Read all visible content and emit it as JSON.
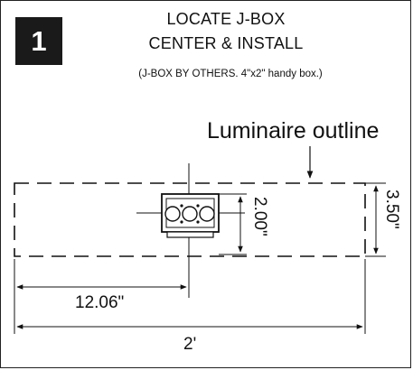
{
  "step": {
    "number": "1"
  },
  "title": {
    "line1": "LOCATE J-BOX",
    "line2": "CENTER & INSTALL"
  },
  "note": "(J-BOX BY OTHERS. 4\"x2\" handy box.)",
  "diagram": {
    "outline_label": "Luminaire outline",
    "dim_box_height": "2.00\"",
    "dim_luminaire_width": "3.50\"",
    "dim_center_offset": "12.06\"",
    "dim_length": "2'"
  }
}
